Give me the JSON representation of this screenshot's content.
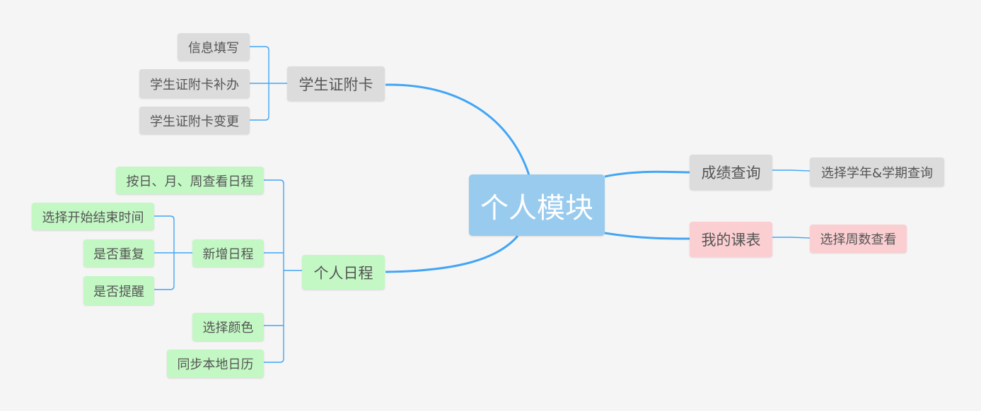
{
  "root": {
    "label": "个人模块"
  },
  "branches": {
    "card": {
      "label": "学生证附卡",
      "children": [
        "信息填写",
        "学生证附卡补办",
        "学生证附卡变更"
      ]
    },
    "schedule": {
      "label": "个人日程",
      "children": [
        {
          "label": "按日、月、周查看日程"
        },
        {
          "label": "新增日程",
          "children": [
            "选择开始结束时间",
            "是否重复",
            "是否提醒"
          ]
        },
        {
          "label": "选择颜色"
        },
        {
          "label": "同步本地日历"
        }
      ]
    },
    "grades": {
      "label": "成绩查询",
      "children": [
        "选择学年&学期查询"
      ]
    },
    "timetable": {
      "label": "我的课表",
      "children": [
        "选择周数查看"
      ]
    }
  },
  "colors": {
    "background": "#f5f5f5",
    "root": "#99cbee",
    "gray_branch": "#dcdcdc",
    "green_branch": "#c3f8c4",
    "pink_branch": "#fbcfd2",
    "connector": "#42a5f5",
    "text": "#555555"
  }
}
